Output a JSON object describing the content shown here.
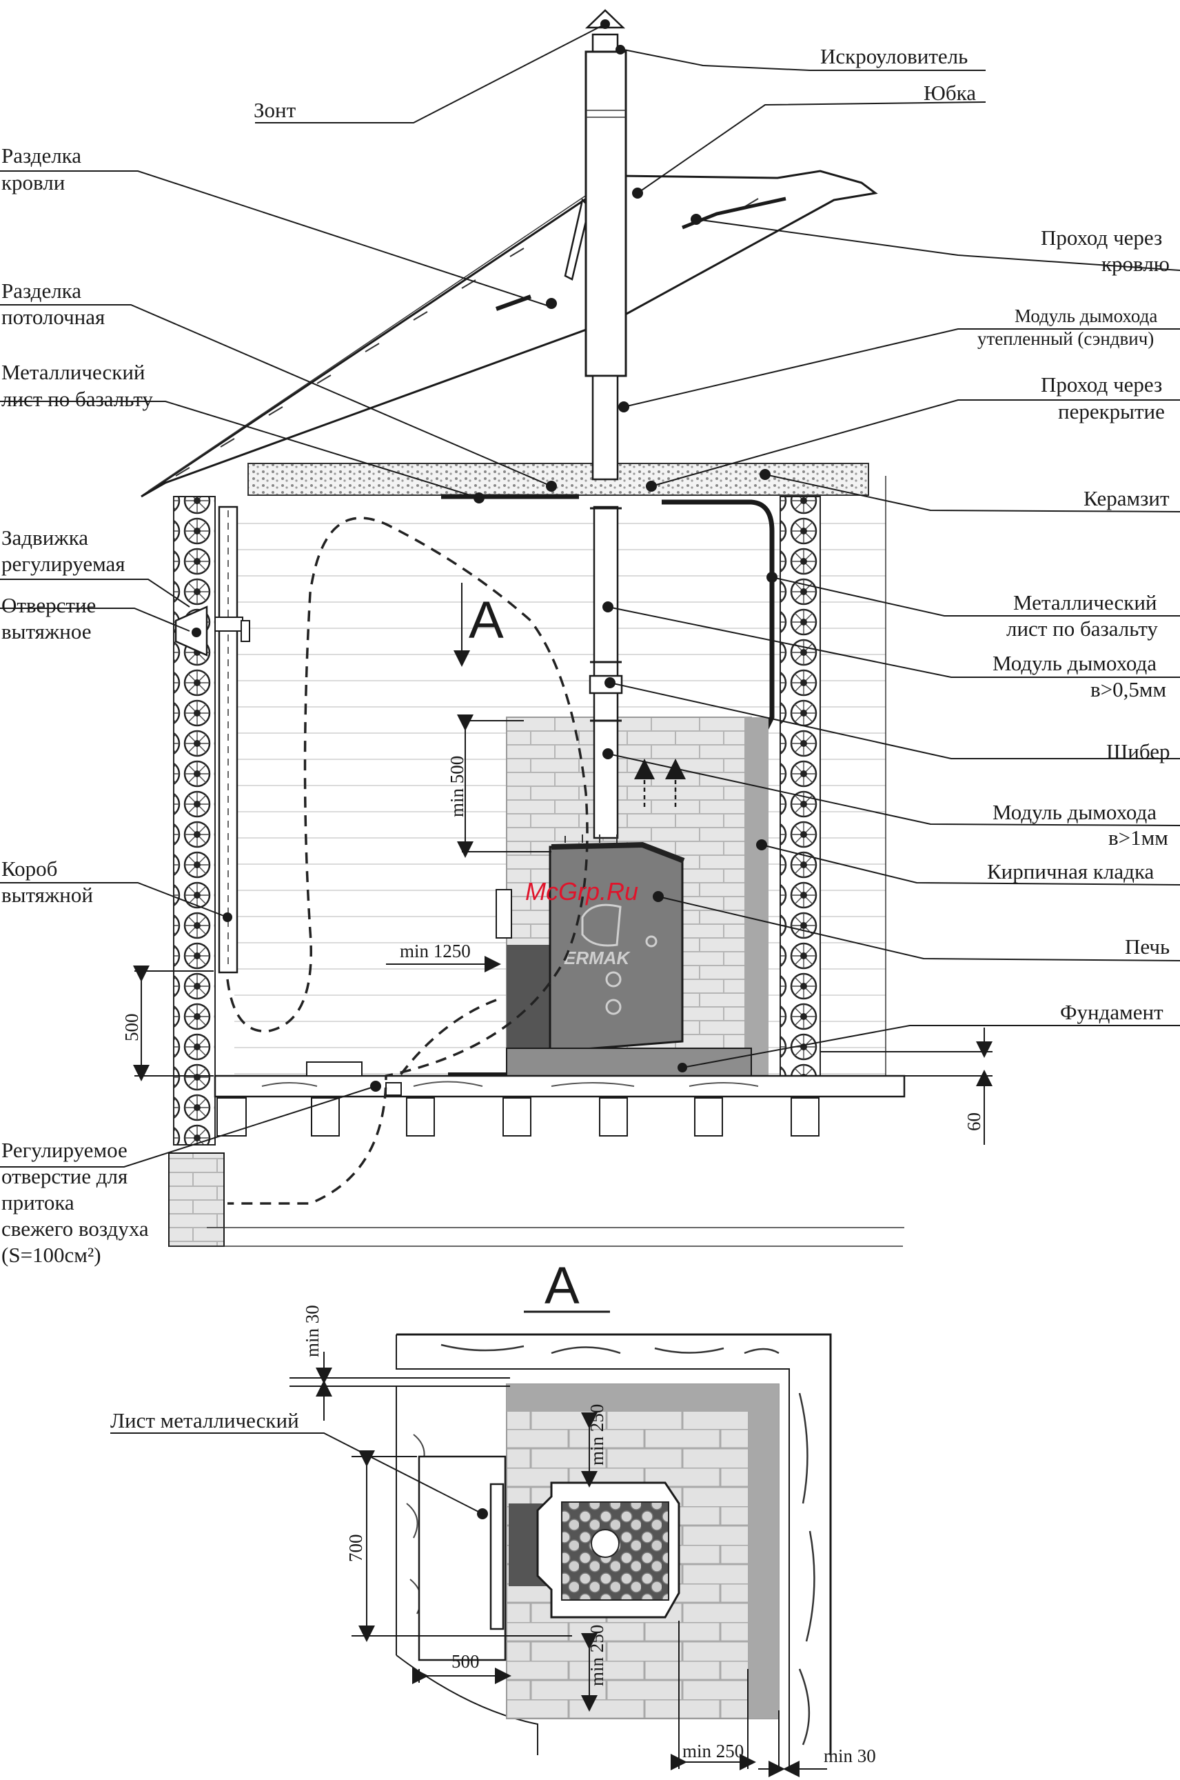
{
  "colors": {
    "line": "#1a1a1a",
    "brick": "#e6e6e6",
    "brick_mortar": "#b5b5b5",
    "brick_dark": "#a8a8a8",
    "stove_body": "#7c7c7c",
    "stove_dark": "#555555",
    "stone": "#d8d8d8",
    "watermark": "#e0142b"
  },
  "labels": {
    "zont": "Зонт",
    "iskrouloviel": "Искроуловитель",
    "yubka": "Юбка",
    "razdelka_krovli_1": "Разделка",
    "razdelka_krovli_2": "кровли",
    "prokhod_krovlya_1": "Проход через",
    "prokhod_krovlya_2": "кровлю",
    "razdelka_pot_1": "Разделка",
    "razdelka_pot_2": "потолочная",
    "modul_uteplenny_1": "Модуль дымохода",
    "modul_uteplenny_2": "утепленный (сэндвич)",
    "metall_list_left_1": "Металлический",
    "metall_list_left_2": "лист по базальту",
    "prokhod_perekr_1": "Проход через",
    "prokhod_perekr_2": "перекрытие",
    "keramzit": "Керамзит",
    "zadvizhka_1": "Задвижка",
    "zadvizhka_2": "регулируемая",
    "otverstie_1": "Отверстие",
    "otverstie_2": "вытяжное",
    "metall_list_right_1": "Металлический",
    "metall_list_right_2": "лист по базальту",
    "modul_05_1": "Модуль дымохода",
    "modul_05_2": "в>0,5мм",
    "shiber": "Шибер",
    "modul_1_1": "Модуль дымохода",
    "modul_1_2": "в>1мм",
    "kirpich": "Кирпичная кладка",
    "korob_1": "Короб",
    "korob_2": "вытяжной",
    "pech": "Печь",
    "fundament": "Фундамент",
    "reg_otv_1": "Регулируемое",
    "reg_otv_2": "отверстие для",
    "reg_otv_3": "притока",
    "reg_otv_4": "свежего воздуха",
    "reg_otv_5": "(S=100см²)",
    "list_metall": "Лист металлический"
  },
  "section_mark": "А",
  "dimensions": {
    "min500": "min 500",
    "min1250": "min 1250",
    "d500_left": "500",
    "d60": "60",
    "min30_top": "min 30",
    "min250_a": "min 250",
    "d700": "700",
    "min250_b": "min 250",
    "d500_bottom": "500",
    "min250_bottom": "min 250",
    "min30_bottom": "min 30"
  },
  "stove_brand": "ERMAK",
  "watermark": "McGrp.Ru"
}
